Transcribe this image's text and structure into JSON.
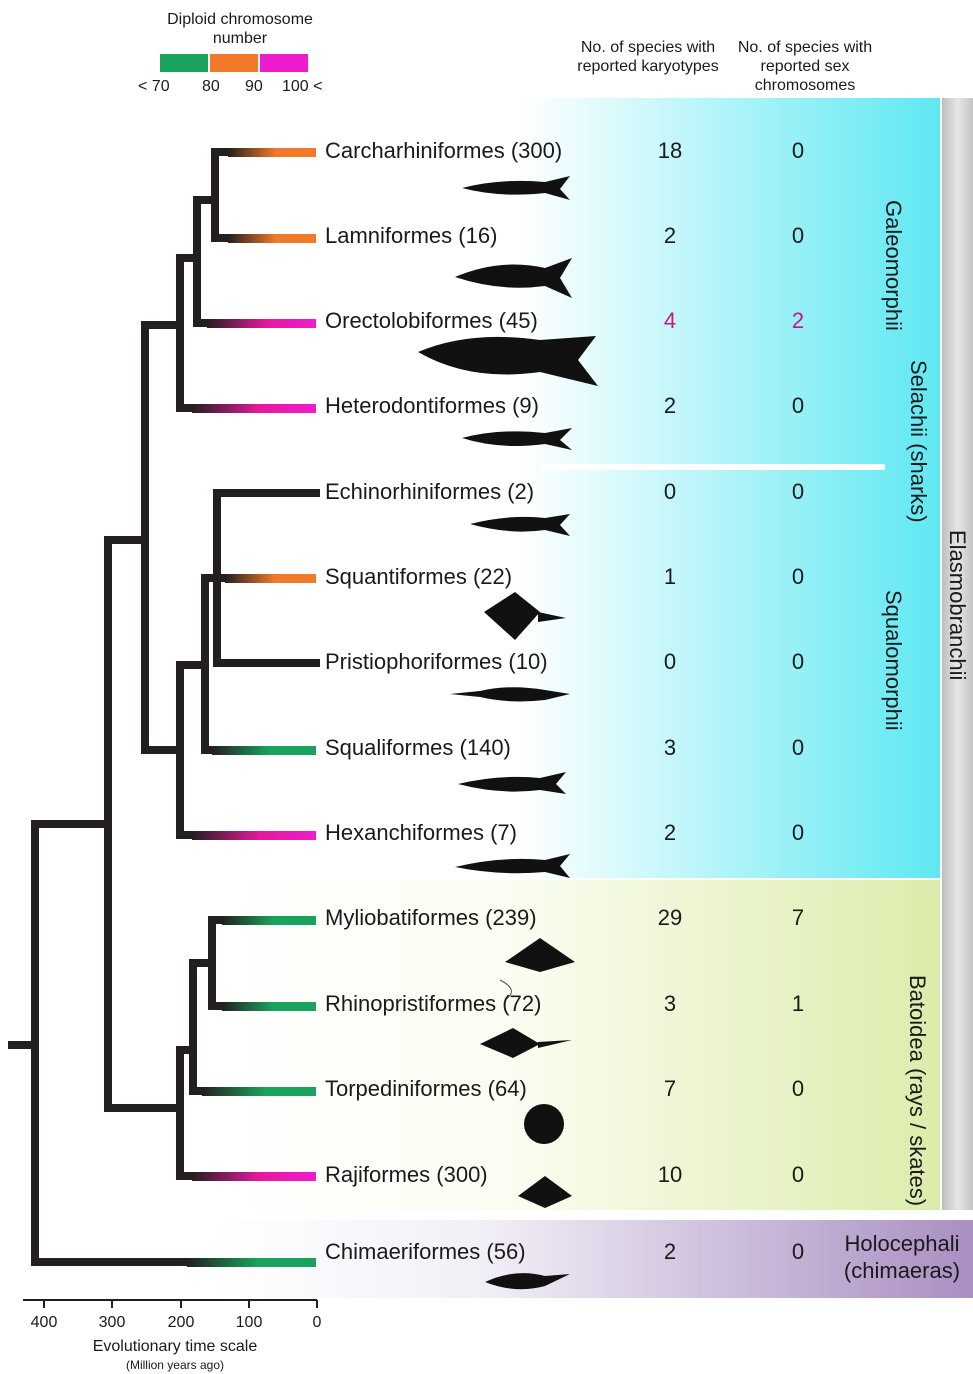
{
  "legend": {
    "title": "Diploid chromosome number",
    "ticks": [
      "< 70",
      "80",
      "90",
      "100 <"
    ],
    "colors": {
      "low": "#1aa35c",
      "mid": "#f07a2a",
      "high": "#ee1ccf"
    }
  },
  "columns": {
    "karyotypes": "No. of species with reported karyotypes",
    "sex_chromosomes": "No. of species with reported sex chromosomes"
  },
  "taxa": [
    {
      "name": "Carcharhiniformes",
      "species": "(300)",
      "karyotypes": "18",
      "sex_chromosomes": "0",
      "chromosome_class": "mid",
      "highlight": false
    },
    {
      "name": "Lamniformes",
      "species": "(16)",
      "karyotypes": "2",
      "sex_chromosomes": "0",
      "chromosome_class": "mid",
      "highlight": false
    },
    {
      "name": "Orectolobiformes",
      "species": "(45)",
      "karyotypes": "4",
      "sex_chromosomes": "2",
      "chromosome_class": "high",
      "highlight": true
    },
    {
      "name": "Heterodontiformes",
      "species": "(9)",
      "karyotypes": "2",
      "sex_chromosomes": "0",
      "chromosome_class": "high",
      "highlight": false
    },
    {
      "name": "Echinorhiniformes",
      "species": "(2)",
      "karyotypes": "0",
      "sex_chromosomes": "0",
      "chromosome_class": "none",
      "highlight": false
    },
    {
      "name": "Squantiformes",
      "species": "(22)",
      "karyotypes": "1",
      "sex_chromosomes": "0",
      "chromosome_class": "mid",
      "highlight": false
    },
    {
      "name": "Pristiophoriformes",
      "species": "(10)",
      "karyotypes": "0",
      "sex_chromosomes": "0",
      "chromosome_class": "none",
      "highlight": false
    },
    {
      "name": "Squaliformes",
      "species": "(140)",
      "karyotypes": "3",
      "sex_chromosomes": "0",
      "chromosome_class": "low",
      "highlight": false
    },
    {
      "name": "Hexanchiformes",
      "species": "(7)",
      "karyotypes": "2",
      "sex_chromosomes": "0",
      "chromosome_class": "high",
      "highlight": false
    },
    {
      "name": "Myliobatiformes",
      "species": "(239)",
      "karyotypes": "29",
      "sex_chromosomes": "7",
      "chromosome_class": "low",
      "highlight": false
    },
    {
      "name": "Rhinopristiformes",
      "species": "(72)",
      "karyotypes": "3",
      "sex_chromosomes": "1",
      "chromosome_class": "low",
      "highlight": false
    },
    {
      "name": "Torpediniformes",
      "species": "(64)",
      "karyotypes": "7",
      "sex_chromosomes": "0",
      "chromosome_class": "low",
      "highlight": false
    },
    {
      "name": "Rajiformes",
      "species": "(300)",
      "karyotypes": "10",
      "sex_chromosomes": "0",
      "chromosome_class": "high",
      "highlight": false
    },
    {
      "name": "Chimaeriformes",
      "species": "(56)",
      "karyotypes": "2",
      "sex_chromosomes": "0",
      "chromosome_class": "low",
      "highlight": false
    }
  ],
  "groups": {
    "galeomorphii": "Galeomorphii",
    "squalomorphii": "Squalomorphii",
    "selachii": "Selachii (sharks)",
    "elasmobranchii": "Elasmobranchii",
    "batoidea": "Batoidea (rays / skates)",
    "holocephali_1": "Holocephali",
    "holocephali_2": "(chimaeras)"
  },
  "axis": {
    "title": "Evolutionary time scale",
    "subtitle": "(Million years ago)",
    "ticks": [
      "400",
      "300",
      "200",
      "100",
      "0"
    ]
  },
  "style": {
    "branch_color": "#231f20",
    "highlight_color": "#c2188c",
    "shark_band": "#5fe8f2",
    "batoid_band": "#dcecab",
    "chimaera_band": "#a98fc2",
    "elasmo_bar": "#cfcfcf"
  }
}
